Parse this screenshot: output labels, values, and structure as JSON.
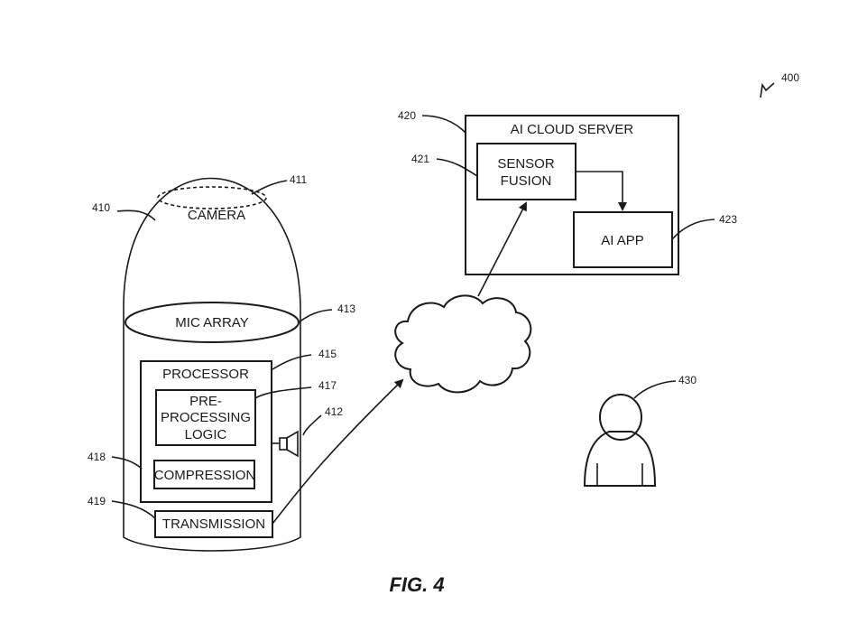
{
  "figure": {
    "caption": "FIG. 4",
    "figure_ref": "400"
  },
  "camera_device": {
    "ref": "410",
    "camera_label": "CAMERA",
    "camera_ref": "411",
    "speaker_ref": "412",
    "mic_array_label": "MIC ARRAY",
    "mic_array_ref": "413",
    "processor_label": "PROCESSOR",
    "processor_ref": "415",
    "preprocessing_line1": "PRE-",
    "preprocessing_line2": "PROCESSING",
    "preprocessing_line3": "LOGIC",
    "preprocessing_ref": "417",
    "compression_label": "COMPRESSION",
    "compression_ref": "418",
    "transmission_label": "TRANSMISSION",
    "transmission_ref": "419"
  },
  "cloud_server": {
    "ref": "420",
    "title": "AI CLOUD SERVER",
    "sensor_fusion_line1": "SENSOR",
    "sensor_fusion_line2": "FUSION",
    "sensor_fusion_ref": "421",
    "ai_app_label": "AI APP",
    "ai_app_ref": "423"
  },
  "user": {
    "ref": "430"
  }
}
